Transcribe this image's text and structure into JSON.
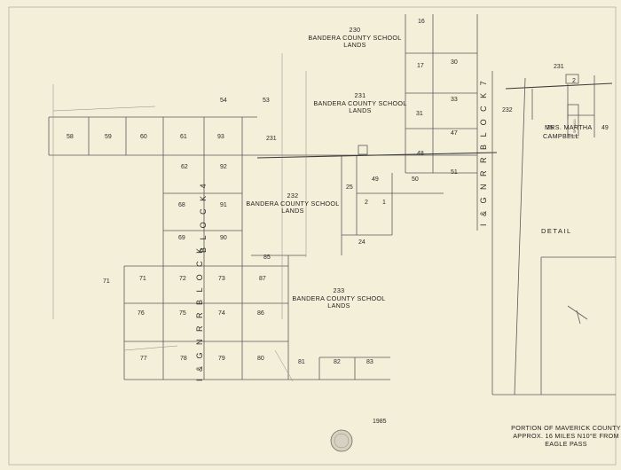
{
  "map": {
    "main_title": [
      "PORTION OF MAVERICK COUNTY",
      "APPROX. 16 MILES N10°E FROM",
      "EAGLE PASS"
    ],
    "block_main": "B L O C K   4",
    "block_right": "I & G N R R   B L O C K   7",
    "block_left": "I & G N R R   B L O C K",
    "detail_label": "DETAIL",
    "sections": [
      {
        "id": "s58",
        "label": "58"
      },
      {
        "id": "s59",
        "label": "59"
      },
      {
        "id": "s60",
        "label": "60"
      },
      {
        "id": "s61",
        "label": "61"
      },
      {
        "id": "s93",
        "label": "93"
      },
      {
        "id": "s62",
        "label": "62"
      },
      {
        "id": "s92",
        "label": "92"
      },
      {
        "id": "s68",
        "label": "68"
      },
      {
        "id": "s91",
        "label": "91"
      },
      {
        "id": "s69",
        "label": "69"
      },
      {
        "id": "s90",
        "label": "90"
      },
      {
        "id": "s71",
        "label": "71"
      },
      {
        "id": "s72",
        "label": "72"
      },
      {
        "id": "s73",
        "label": "73"
      },
      {
        "id": "s87",
        "label": "87"
      },
      {
        "id": "s76",
        "label": "76"
      },
      {
        "id": "s75",
        "label": "75"
      },
      {
        "id": "s74",
        "label": "74"
      },
      {
        "id": "s86",
        "label": "86"
      },
      {
        "id": "s77",
        "label": "77"
      },
      {
        "id": "s78",
        "label": "78"
      },
      {
        "id": "s79",
        "label": "79"
      },
      {
        "id": "s80",
        "label": "80"
      },
      {
        "id": "s81",
        "label": "81"
      },
      {
        "id": "s82",
        "label": "82"
      },
      {
        "id": "s83",
        "label": "83"
      },
      {
        "id": "s85",
        "label": "85"
      },
      {
        "id": "s54",
        "label": "54"
      },
      {
        "id": "s53",
        "label": "53"
      },
      {
        "id": "s231a",
        "label": "231"
      },
      {
        "id": "s49",
        "label": "49"
      },
      {
        "id": "s50",
        "label": "50"
      },
      {
        "id": "s25",
        "label": "25"
      },
      {
        "id": "s2",
        "label": "2"
      },
      {
        "id": "s1",
        "label": "1"
      },
      {
        "id": "s24",
        "label": "24"
      },
      {
        "id": "s48",
        "label": "48"
      },
      {
        "id": "s47",
        "label": "47"
      },
      {
        "id": "s31",
        "label": "31"
      },
      {
        "id": "s33",
        "label": "33"
      },
      {
        "id": "s30",
        "label": "30"
      },
      {
        "id": "s17",
        "label": "17"
      },
      {
        "id": "s16",
        "label": "16"
      },
      {
        "id": "s51",
        "label": "51"
      },
      {
        "id": "s231b",
        "label": "231"
      },
      {
        "id": "s232",
        "label": "232"
      },
      {
        "id": "s49r",
        "label": "49"
      },
      {
        "id": "s25r",
        "label": "25"
      },
      {
        "id": "s2r",
        "label": "2"
      },
      {
        "id": "s71b",
        "label": "71"
      }
    ],
    "lands": [
      {
        "id": "l230",
        "num": "230",
        "line1": "BANDERA COUNTY SCHOOL",
        "line2": "LANDS"
      },
      {
        "id": "l231",
        "num": "231",
        "line1": "BANDERA COUNTY SCHOOL",
        "line2": "LANDS"
      },
      {
        "id": "l232",
        "num": "232",
        "line1": "BANDERA COUNTY SCHOOL",
        "line2": "LANDS"
      },
      {
        "id": "l233",
        "num": "233",
        "line1": "BANDERA COUNTY SCHOOL",
        "line2": "LANDS"
      }
    ],
    "campbell": [
      "MRS. MARTHA",
      "CAMPBELL"
    ],
    "sf_label": "SF 18414",
    "stamp_date": "1985"
  },
  "colors": {
    "paper": "#f3efd9",
    "ink": "#2a2a2a"
  }
}
